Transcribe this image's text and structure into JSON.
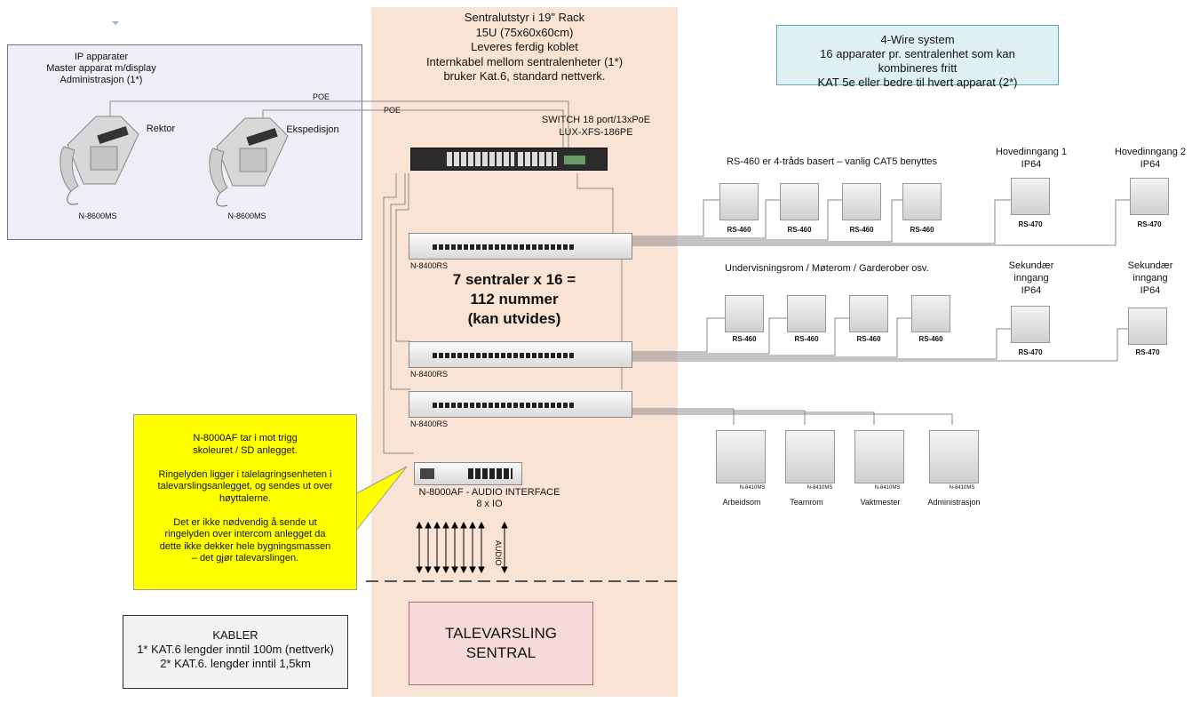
{
  "rack_header": {
    "lines": "Sentralutstyr i 19\" Rack\n15U (75x60x60cm)\nLeveres ferdig koblet\nInternkabel mellom sentralenheter (1*)\nbruker Kat.6, standard nettverk."
  },
  "ip_box": {
    "title": "IP apparater\nMaster apparat m/display\nAdministrasjon (1*)",
    "phone1_name": "Rektor",
    "phone1_model": "N-8600MS",
    "phone2_name": "Ekspedisjon",
    "phone2_model": "N-8600MS",
    "poe1": "POE",
    "poe2": "POE"
  },
  "switch": {
    "label": "SWITCH 18 port/13xPoE\nLUX-XFS-186PE"
  },
  "wire4_box": {
    "text": "4-Wire system\n16 apparater pr. sentralenhet som kan\nkombineres fritt\nKAT 5e eller bedre til hvert apparat (2*)"
  },
  "row1": {
    "caption": "RS-460 er 4-tråds basert – vanlig CAT5 benyttes",
    "units": [
      "RS-460",
      "RS-460",
      "RS-460",
      "RS-460"
    ],
    "entrance1_title": "Hovedinngang 1\nIP64",
    "entrance1_model": "RS-470",
    "entrance2_title": "Hovedinngang 2\nIP64",
    "entrance2_model": "RS-470"
  },
  "row2": {
    "caption": "Undervisningsrom / Møterom / Garderober osv.",
    "units": [
      "RS-460",
      "RS-460",
      "RS-460",
      "RS-460"
    ],
    "entrance1_title": "Sekundær\ninngang\nIP64",
    "entrance1_model": "RS-470",
    "entrance2_title": "Sekundær\ninngang\nIP64",
    "entrance2_model": "RS-470"
  },
  "central_units": {
    "model1": "N-8400RS",
    "model2": "N-8400RS",
    "model3": "N-8400RS"
  },
  "capacity": {
    "text": "7 sentraler x 16 =\n112 nummer\n(kan utvides)"
  },
  "audio_interface": {
    "label": "N-8000AF - AUDIO INTERFACE\n8 x IO",
    "audio_tag": "AUDIO"
  },
  "masters": {
    "model": "N-8410MS",
    "names": [
      "Arbeidsom",
      "Teamrom",
      "Vaktmester",
      "Administrasjon"
    ]
  },
  "yellow_note": {
    "text": "N-8000AF tar i mot trigg\nskoleuret / SD anlegget.\n\nRingelyden ligger i talelagringsenheten i\ntalevarslingsanlegget, og sendes ut over\nhøyttalerne.\n\nDet er ikke nødvendig å sende ut\nringelyden over intercom anlegget da\ndette ikke dekker hele bygningsmassen\n– det gjør talevarslingen."
  },
  "kabler_box": {
    "title": "KABLER",
    "line1": "1* KAT.6 lengder inntil 100m (nettverk)",
    "line2": "2* KAT.6. lengder inntil 1,5km"
  },
  "talevarsling": {
    "text": "TALEVARSLING\nSENTRAL"
  },
  "colors": {
    "rack_band": "#f9e3d5",
    "ip_box": "#efedf6",
    "wire4_box": "#dff0f4",
    "note": "#ffff00",
    "talevarsling": "#f6dada"
  }
}
